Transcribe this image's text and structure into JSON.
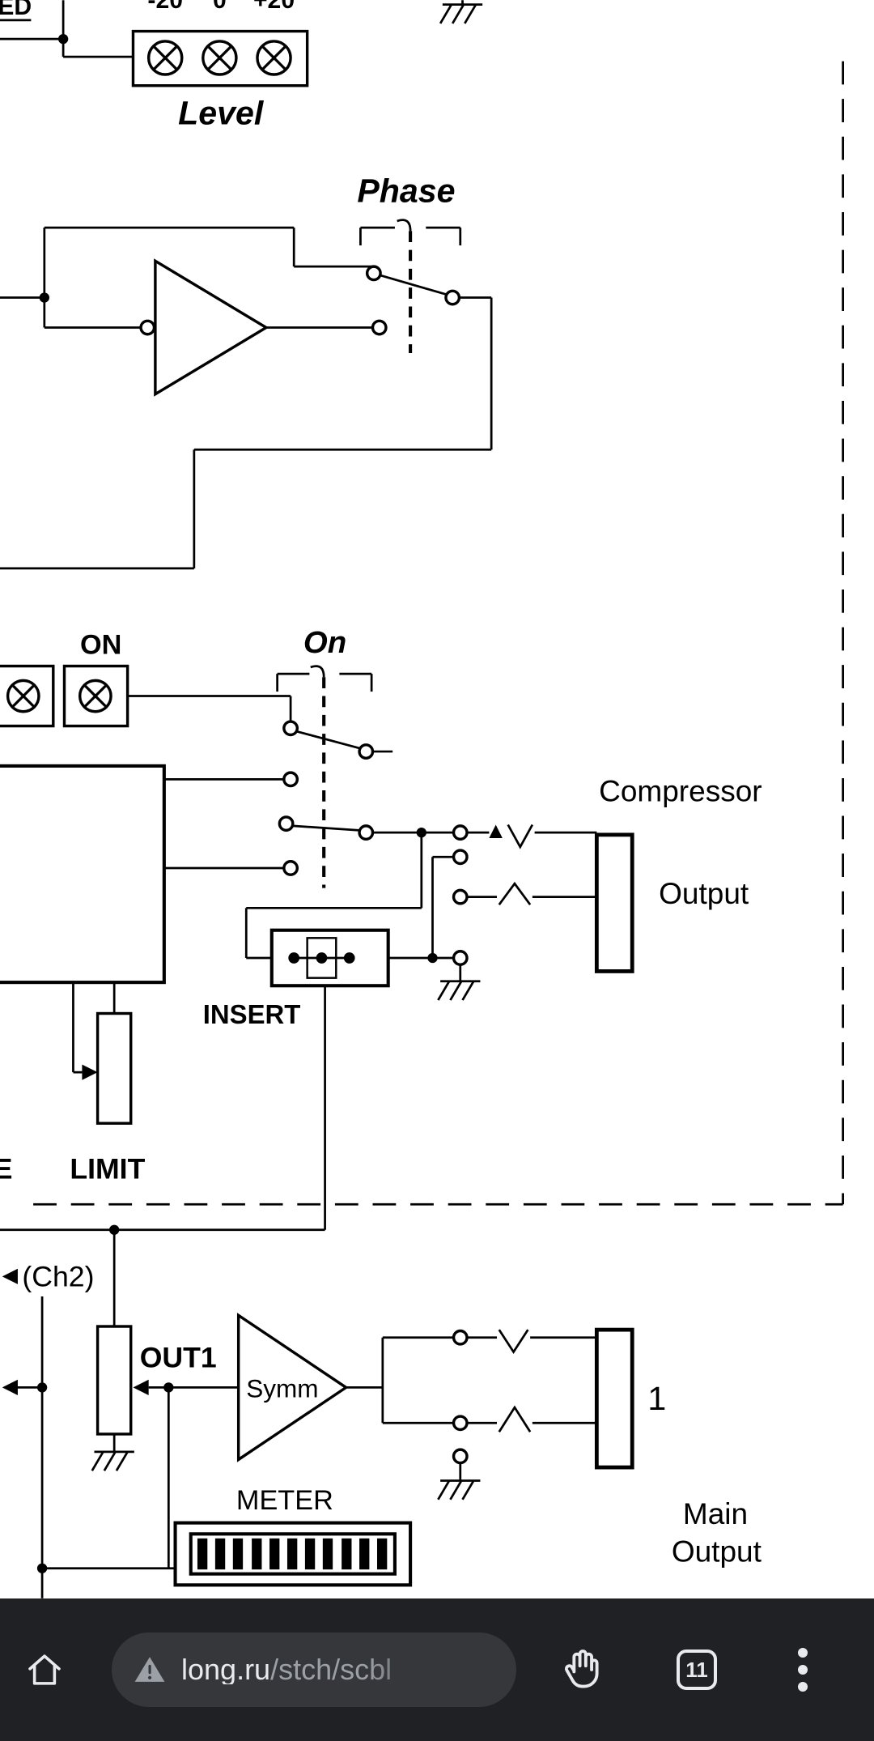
{
  "schematic": {
    "labels": {
      "partial_led": "ED",
      "tick_minus20": "-20",
      "tick_zero": "0",
      "tick_plus20": "+20",
      "level": "Level",
      "phase": "Phase",
      "on_led": "ON",
      "on_switch": "On",
      "compressor": "Compressor",
      "compressor_output": "Output",
      "insert": "INSERT",
      "limit": "LIMIT",
      "partial_limit": "E",
      "ch2": "(Ch2)",
      "out1": "OUT1",
      "amp": "Symm",
      "meter": "METER",
      "main_line1": "Main",
      "main_line2": "Output",
      "jack_number": "1"
    }
  },
  "browser": {
    "url_domain": "long.ru",
    "url_path": "/stch/scbl",
    "tab_count": "11"
  },
  "colors": {
    "bar_bg": "#202124",
    "pill_bg": "#35373b",
    "icon_color": "#e8eaed",
    "muted_color": "#9aa0a6",
    "ink": "#000000",
    "paper": "#ffffff"
  }
}
